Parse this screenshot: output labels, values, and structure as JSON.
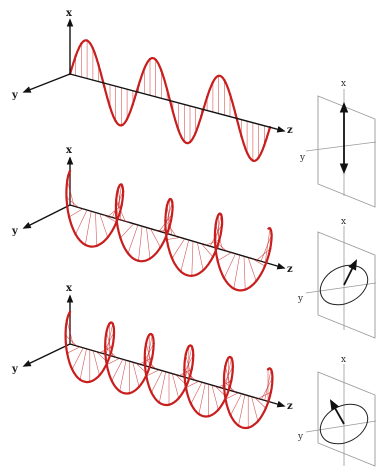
{
  "colors": {
    "wave": "#c81e1e",
    "axis": "#111111",
    "panel": "#9a9a9a",
    "text": "#1a1a1a"
  },
  "panels": [
    {
      "id": "linear",
      "axis_labels": {
        "x": "x",
        "y": "y",
        "z": "z"
      },
      "view_labels": {
        "x": "x",
        "y": "y"
      },
      "polarization": "linear",
      "cycles": 3,
      "icon": "double-headed-arrow-icon"
    },
    {
      "id": "circular-1",
      "axis_labels": {
        "x": "x",
        "y": "y",
        "z": "z"
      },
      "view_labels": {
        "x": "x",
        "y": "y"
      },
      "polarization": "circular",
      "cycles": 4,
      "icon": "circle-arrow-icon"
    },
    {
      "id": "circular-2",
      "axis_labels": {
        "x": "x",
        "y": "y",
        "z": "z"
      },
      "view_labels": {
        "x": "x",
        "y": "y"
      },
      "polarization": "circular",
      "cycles": 5,
      "icon": "circle-arrow-icon"
    }
  ]
}
